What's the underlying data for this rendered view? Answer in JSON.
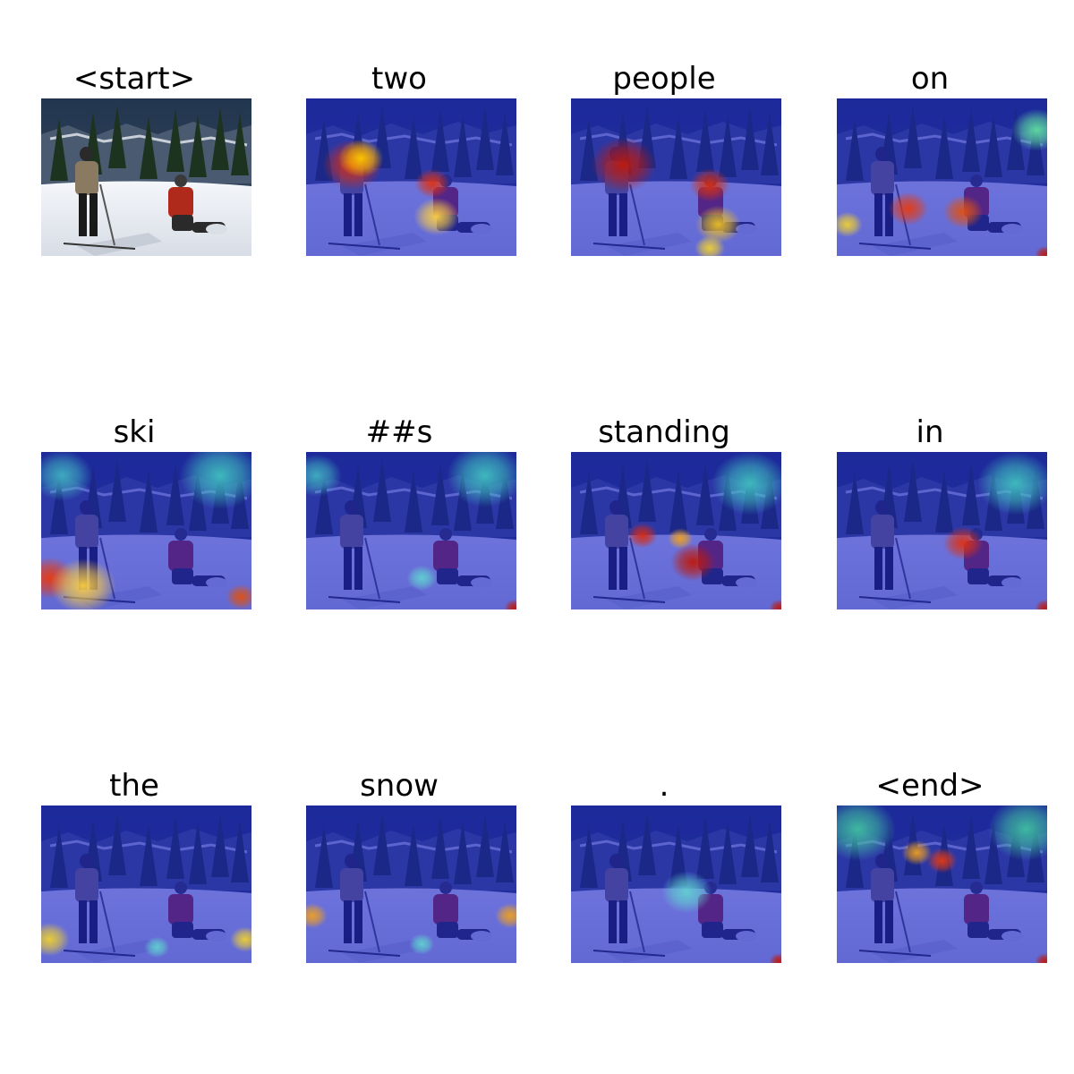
{
  "figure": {
    "panels": [
      {
        "word": "<start>",
        "overlay": false,
        "hot": []
      },
      {
        "word": "two",
        "overlay": true,
        "hot": [
          [
            0.22,
            0.42,
            0.12,
            "#d42a10"
          ],
          [
            0.26,
            0.38,
            0.09,
            "#ffcc00"
          ],
          [
            0.6,
            0.54,
            0.07,
            "#e03010"
          ],
          [
            0.62,
            0.75,
            0.09,
            "#ffd040"
          ]
        ]
      },
      {
        "word": "people",
        "overlay": true,
        "hot": [
          [
            0.25,
            0.42,
            0.13,
            "#c01808"
          ],
          [
            0.66,
            0.55,
            0.08,
            "#d83010"
          ],
          [
            0.7,
            0.8,
            0.09,
            "#f0c020"
          ],
          [
            0.66,
            0.95,
            0.06,
            "#f0d030"
          ]
        ]
      },
      {
        "word": "on",
        "overlay": true,
        "hot": [
          [
            0.34,
            0.7,
            0.08,
            "#e83a10"
          ],
          [
            0.6,
            0.72,
            0.08,
            "#e05010"
          ],
          [
            0.05,
            0.8,
            0.06,
            "#f0d030"
          ],
          [
            0.95,
            0.2,
            0.1,
            "#60e0a0"
          ],
          [
            0.99,
            0.99,
            0.04,
            "#c01808"
          ]
        ]
      },
      {
        "word": "ski",
        "overlay": true,
        "hot": [
          [
            0.04,
            0.8,
            0.1,
            "#e83a10"
          ],
          [
            0.2,
            0.85,
            0.13,
            "#ffd040"
          ],
          [
            0.95,
            0.92,
            0.06,
            "#e05010"
          ],
          [
            0.85,
            0.15,
            0.16,
            "#40c0c0"
          ],
          [
            0.1,
            0.15,
            0.12,
            "#40b0c0"
          ]
        ]
      },
      {
        "word": "##s",
        "overlay": true,
        "hot": [
          [
            0.85,
            0.15,
            0.15,
            "#40c0c0"
          ],
          [
            0.05,
            0.15,
            0.1,
            "#40b0c0"
          ],
          [
            0.55,
            0.8,
            0.06,
            "#60d0d0"
          ],
          [
            0.99,
            0.99,
            0.04,
            "#c01808"
          ]
        ]
      },
      {
        "word": "standing",
        "overlay": true,
        "hot": [
          [
            0.34,
            0.53,
            0.06,
            "#d82a10"
          ],
          [
            0.52,
            0.55,
            0.05,
            "#f0a020"
          ],
          [
            0.58,
            0.7,
            0.09,
            "#c01808"
          ],
          [
            0.85,
            0.2,
            0.15,
            "#40c0c0"
          ],
          [
            0.99,
            0.99,
            0.04,
            "#c01808"
          ]
        ]
      },
      {
        "word": "in",
        "overlay": true,
        "hot": [
          [
            0.6,
            0.58,
            0.08,
            "#e03010"
          ],
          [
            0.85,
            0.2,
            0.15,
            "#40c0c0"
          ],
          [
            0.99,
            0.99,
            0.04,
            "#c01808"
          ]
        ]
      },
      {
        "word": "the",
        "overlay": true,
        "hot": [
          [
            0.04,
            0.85,
            0.08,
            "#f0d030"
          ],
          [
            0.97,
            0.85,
            0.06,
            "#f0d030"
          ],
          [
            0.55,
            0.9,
            0.05,
            "#60d0d0"
          ]
        ]
      },
      {
        "word": "snow",
        "overlay": true,
        "hot": [
          [
            0.03,
            0.7,
            0.06,
            "#f0a020"
          ],
          [
            0.97,
            0.7,
            0.06,
            "#f0a020"
          ],
          [
            0.55,
            0.88,
            0.05,
            "#60d0d0"
          ]
        ]
      },
      {
        "word": ".",
        "overlay": true,
        "hot": [
          [
            0.55,
            0.55,
            0.1,
            "#60d0d0"
          ],
          [
            0.99,
            0.99,
            0.04,
            "#c01808"
          ]
        ]
      },
      {
        "word": "<end>",
        "overlay": true,
        "hot": [
          [
            0.5,
            0.35,
            0.06,
            "#e83a10"
          ],
          [
            0.38,
            0.3,
            0.06,
            "#f0a020"
          ],
          [
            0.1,
            0.15,
            0.15,
            "#40c0a0"
          ],
          [
            0.9,
            0.15,
            0.15,
            "#40c0a0"
          ],
          [
            0.99,
            0.99,
            0.04,
            "#c01808"
          ]
        ]
      }
    ]
  }
}
